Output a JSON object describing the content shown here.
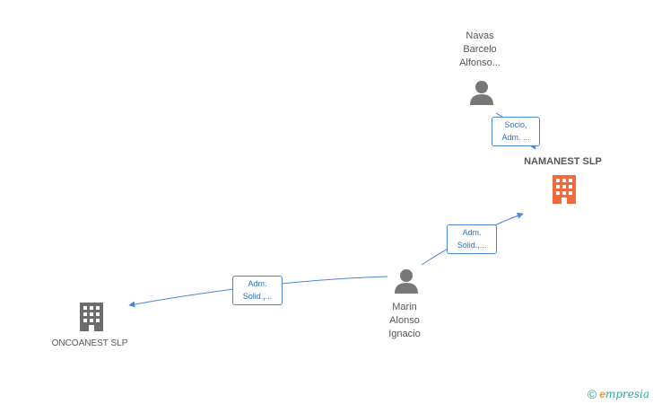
{
  "people": [
    {
      "id": "navas",
      "name_lines": [
        "Navas",
        "Barcelo",
        "Alfonso..."
      ]
    },
    {
      "id": "marin",
      "name_lines": [
        "Marin",
        "Alonso",
        "Ignacio"
      ]
    }
  ],
  "companies": [
    {
      "id": "namanest",
      "name": "NAMANEST SLP",
      "highlight": true,
      "color": "#f26a3d"
    },
    {
      "id": "oncoanest",
      "name": "ONCOANEST SLP",
      "highlight": false,
      "color": "#6d6d6d"
    }
  ],
  "edges": [
    {
      "from": "navas",
      "to": "namanest",
      "label_lines": [
        "Socio,",
        "Adm. ..."
      ]
    },
    {
      "from": "marin",
      "to": "namanest",
      "label_lines": [
        "Adm.",
        "Solid.,..."
      ]
    },
    {
      "from": "marin",
      "to": "oncoanest",
      "label_lines": [
        "Adm.",
        "Solid.,..."
      ]
    }
  ],
  "footer": {
    "copyright": "©",
    "brand_initial": "e",
    "brand_rest": "mpresia"
  },
  "colors": {
    "edge": "#4a86d8",
    "person_icon": "#777777"
  }
}
